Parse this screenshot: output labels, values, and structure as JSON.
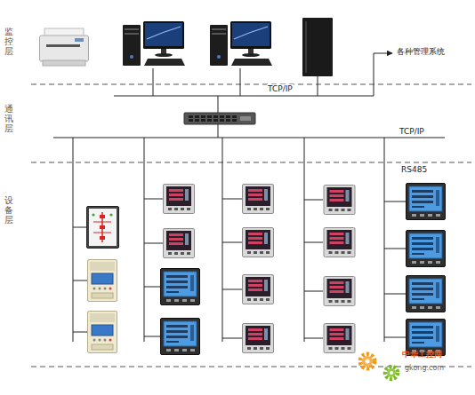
{
  "diagram": {
    "labels": [
      "监控层",
      "通讯层",
      "设备层",
      "TCP/IP",
      "各种管理系统",
      "TCP/IP",
      "RS485",
      "中华工控网",
      "gkong.com"
    ]
  }
}
